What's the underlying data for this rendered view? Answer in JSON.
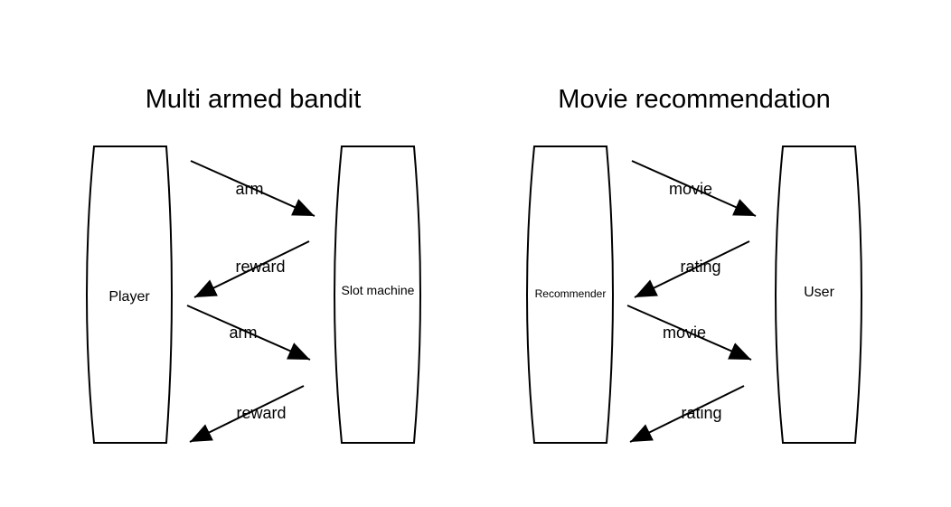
{
  "left_diagram": {
    "title": "Multi armed bandit",
    "agent": "Player",
    "environment": "Slot machine",
    "edges": [
      "arm",
      "reward",
      "arm",
      "reward"
    ]
  },
  "right_diagram": {
    "title": "Movie recommendation",
    "agent": "Recommender",
    "environment": "User",
    "edges": [
      "movie",
      "rating",
      "movie",
      "rating"
    ]
  },
  "colors": {
    "stroke": "#000000",
    "fill": "#ffffff",
    "text": "#000000"
  }
}
